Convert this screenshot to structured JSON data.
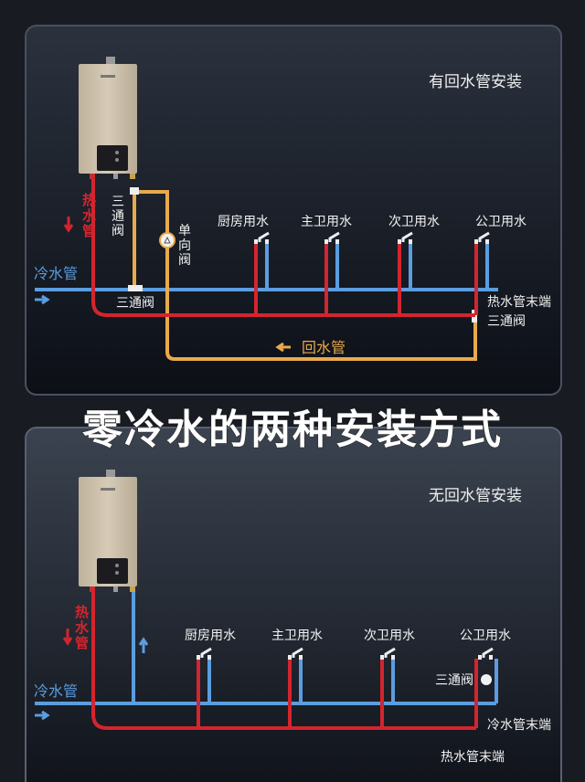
{
  "headline": "零冷水的两种安装方式",
  "colors": {
    "hot": "#d3252f",
    "cold": "#5b9de0",
    "return": "#e8aa4c",
    "heater": "#cbbfaa"
  },
  "top_panel": {
    "title": "有回水管安装",
    "hot_pipe_label": [
      "热",
      "水",
      "管"
    ],
    "cold_pipe_label": "冷水管",
    "tee_valve_vertical": [
      "三",
      "通",
      "阀"
    ],
    "check_valve": [
      "单",
      "向",
      "阀"
    ],
    "tee_valve_bottom": "三通阀",
    "return_pipe": "回水管",
    "fixtures": [
      "厨房用水",
      "主卫用水",
      "次卫用水",
      "公卫用水"
    ],
    "hot_end": "热水管末端",
    "tee_valve_end": "三通阀"
  },
  "bottom_panel": {
    "title": "无回水管安装",
    "hot_pipe_label": [
      "热",
      "水",
      "管"
    ],
    "cold_pipe_label": "冷水管",
    "fixtures": [
      "厨房用水",
      "主卫用水",
      "次卫用水",
      "公卫用水"
    ],
    "tee_valve": "三通阀",
    "cold_end": "冷水管末端",
    "hot_end": "热水管末端"
  }
}
